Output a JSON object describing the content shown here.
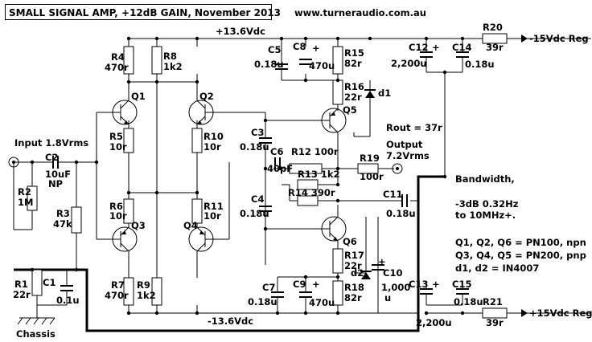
{
  "header": {
    "title": "SMALL SIGNAL AMP, +12dB GAIN, November 2013",
    "website": "www.turneraudio.com.au"
  },
  "rails": {
    "pos_rail": "+13.6Vdc",
    "neg_rail": "-13.6Vdc",
    "neg_reg": "-15Vdc Reg",
    "pos_reg": "+15Vdc Reg"
  },
  "io": {
    "input": "Input 1.8Vrms",
    "output": "Output",
    "output_level": "7.2Vrms",
    "rout": "Rout = 37r",
    "chassis": "Chassis"
  },
  "notes": {
    "bandwidth": "Bandwidth,",
    "bandwidth_db": "-3dB 0.32Hz",
    "bandwidth_range": "to 10MHz+.",
    "npn": "Q1, Q2, Q6 = PN100, npn",
    "pnp": "Q3, Q4, Q5 = PN200, pnp",
    "diodes": "d1, d2 = IN4007"
  },
  "parts": {
    "R1": "R1",
    "R1_v": "22r",
    "R2": "R2",
    "R2_v": "1M",
    "R3": "R3",
    "R3_v": "47k",
    "R4": "R4",
    "R4_v": "470r",
    "R5": "R5",
    "R5_v": "10r",
    "R6": "R6",
    "R6_v": "10r",
    "R7": "R7",
    "R7_v": "470r",
    "R8": "R8",
    "R8_v": "1k2",
    "R9": "R9",
    "R9_v": "1k2",
    "R10": "R10",
    "R10_v": "10r",
    "R11": "R11",
    "R11_v": "10r",
    "R12": "R12 100r",
    "R13": "R13 1k2",
    "R14": "R14  390r",
    "R15": "R15",
    "R15_v": "82r",
    "R16": "R16",
    "R16_v": "22r",
    "R17": "R17",
    "R17_v": "22r",
    "R18": "R18",
    "R18_v": "82r",
    "R19": "R19",
    "R19_v": "100r",
    "R20": "R20",
    "R20_v": "39r",
    "R21": "R21",
    "R21_v": "39r",
    "C1": "C1",
    "C1_v": "0.1u",
    "C2": "C2",
    "C2_v": "10uF",
    "C2_np": "NP",
    "C3": "C3",
    "C3_v": "0.18u",
    "C4": "C4",
    "C4_v": "0.18u",
    "C5": "C5",
    "C5_v": "0.18u",
    "C6": "C6",
    "C6_v": "40pF",
    "C7": "C7",
    "C7_v": "0.18u",
    "C8": "C8",
    "C8_v": "470u",
    "C9": "C9",
    "C9_v": "470u",
    "C10": "C10",
    "C10_v": "1,000",
    "C10_u": "u",
    "C11": "C11",
    "C11_v": "0.18u",
    "C12": "C12",
    "C12_v": "2,200u",
    "C13": "C13",
    "C13_v": "2,200u",
    "C14": "C14",
    "C14_v": "0.18u",
    "C15": "C15",
    "C15_v": "0.18u",
    "Q1": "Q1",
    "Q2": "Q2",
    "Q3": "Q3",
    "Q4": "Q4",
    "Q5": "Q5",
    "Q6": "Q6",
    "d1": "d1",
    "d2": "d2",
    "plus": "+"
  }
}
